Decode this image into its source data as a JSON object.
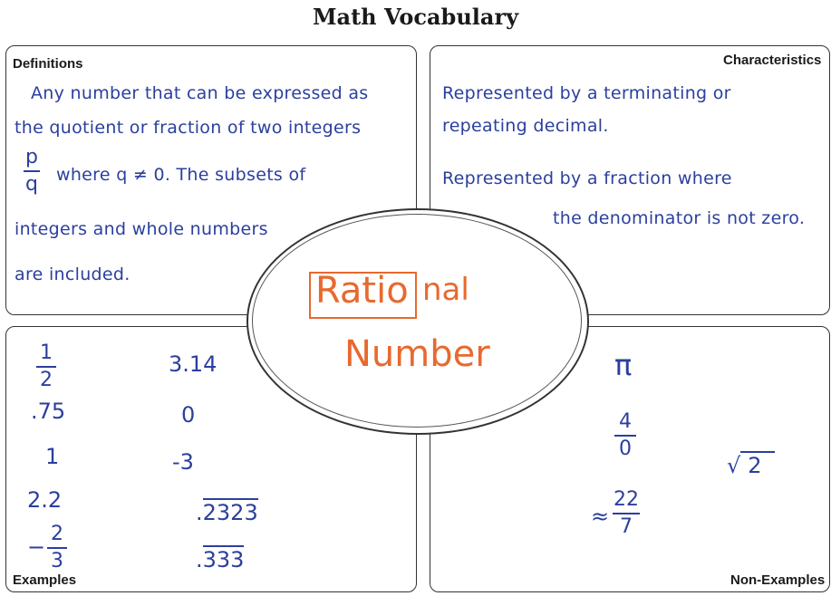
{
  "title": "Math Vocabulary",
  "definitions": {
    "label": "Definitions",
    "lines": [
      "Any number that can be expressed as",
      "the quotient or fraction of two integers",
      "where q ≠ 0. The subsets of",
      "integers and whole numbers",
      "are included."
    ],
    "fraction": {
      "num": "p",
      "den": "q"
    }
  },
  "characteristics": {
    "label": "Characteristics",
    "lines": [
      "Represented by a terminating or",
      "repeating decimal.",
      "Represented by a fraction where",
      "the denominator is not zero."
    ]
  },
  "center": {
    "part1": "Ratio",
    "part2": "nal",
    "line2": "Number"
  },
  "examples": {
    "label": "Examples",
    "half": {
      "num": "1",
      "den": "2"
    },
    "neg_two_thirds": {
      "sign": "−",
      "num": "2",
      "den": "3"
    },
    "items_left": [
      ".75",
      "1",
      "2.2"
    ],
    "items_right": [
      "3.14",
      "0",
      "-3"
    ],
    "repeating": [
      ".2323",
      ".333"
    ]
  },
  "non_examples": {
    "label": "Non-Examples",
    "pi": "π",
    "four_over_zero": {
      "num": "4",
      "den": "0"
    },
    "approx": "≈",
    "twentytwo_sevenths": {
      "num": "22",
      "den": "7"
    },
    "sqrt": "√",
    "sqrt_arg": "2"
  },
  "colors": {
    "ink": "#2b3f9e",
    "accent": "#e8692e",
    "border": "#333333"
  }
}
